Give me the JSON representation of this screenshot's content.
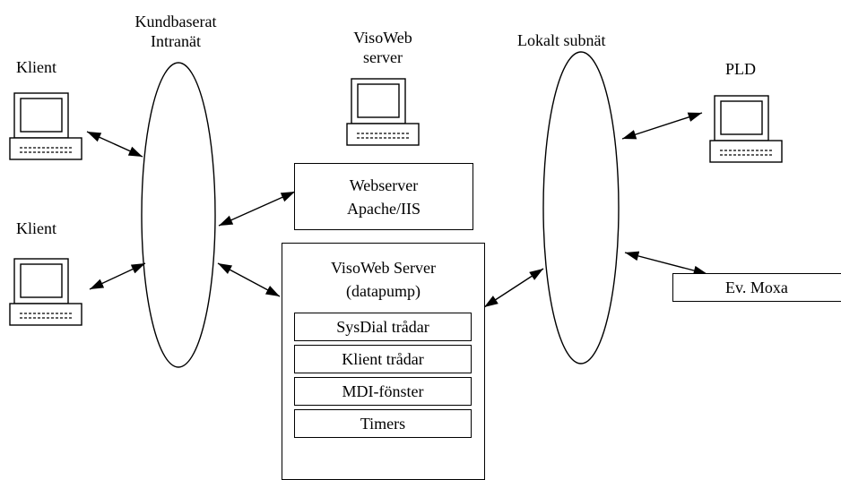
{
  "nodes": {
    "client_top": "Klient",
    "client_bottom": "Klient",
    "intranet_line1": "Kundbaserat",
    "intranet_line2": "Intranät",
    "visoweb_line1": "VisoWeb",
    "visoweb_line2": "server",
    "subnet": "Lokalt subnät",
    "pld": "PLD",
    "webserver_line1": "Webserver",
    "webserver_line2": "Apache/IIS",
    "datapump_line1": "VisoWeb Server",
    "datapump_line2": "(datapump)",
    "moxa": "Ev. Moxa"
  },
  "modules": [
    "SysDial trådar",
    "Klient trådar",
    "MDI-fönster",
    "Timers"
  ],
  "icons": [
    "computer-icon",
    "computer-icon",
    "computer-icon",
    "computer-icon"
  ]
}
